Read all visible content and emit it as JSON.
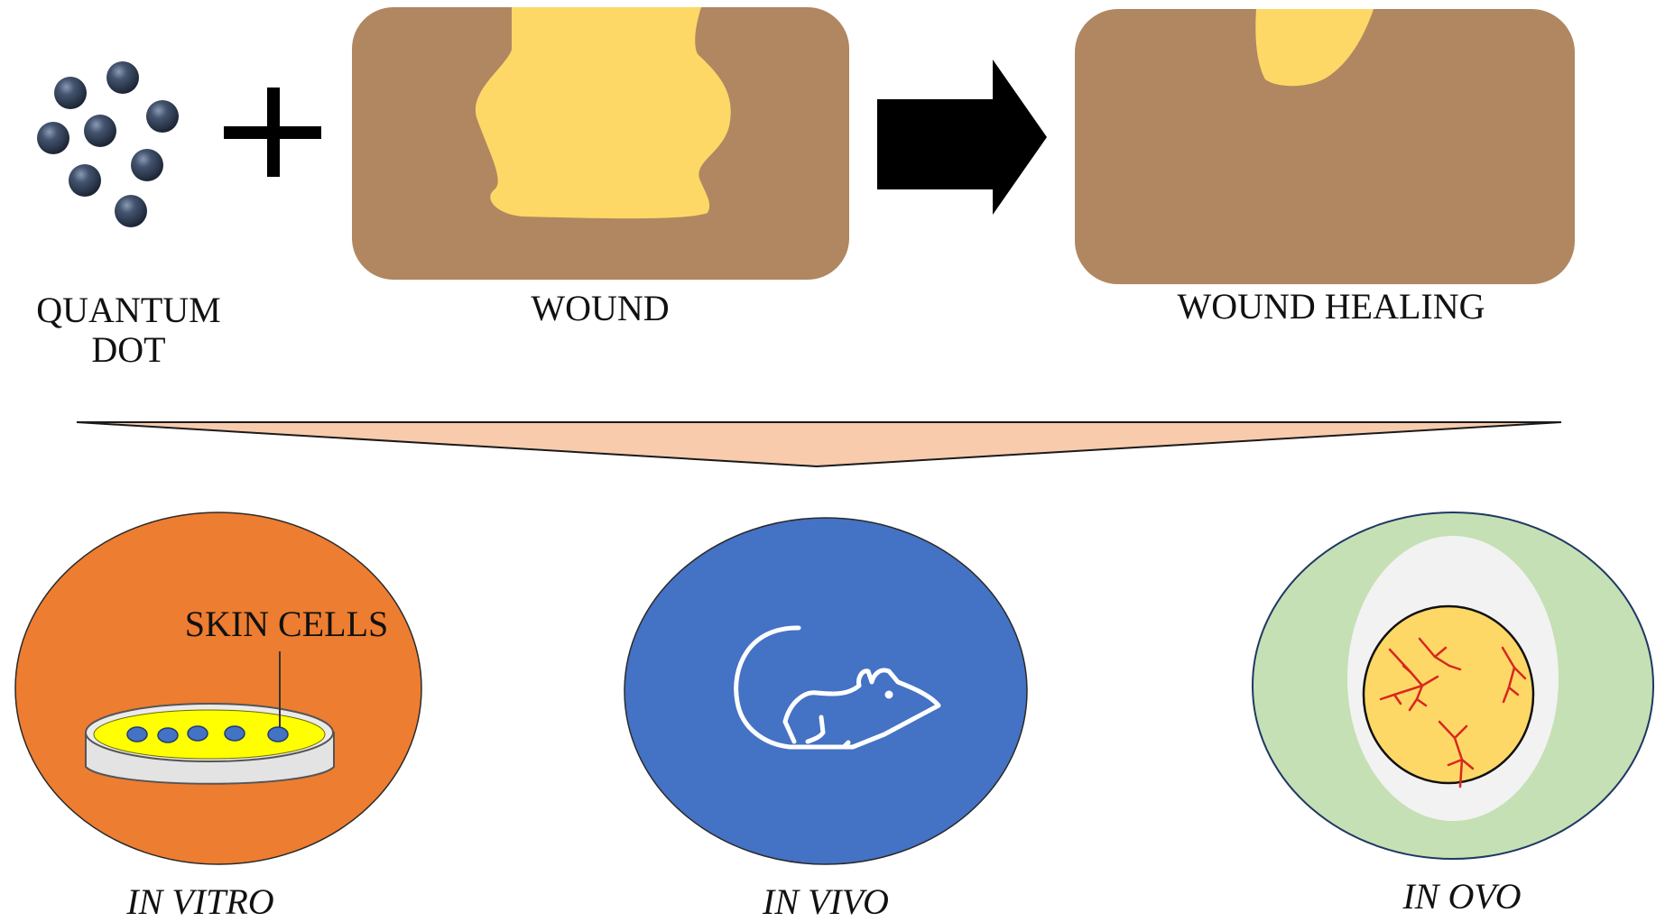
{
  "labels": {
    "quantum_dot_line1": "QUANTUM",
    "quantum_dot_line2": "DOT",
    "wound": "WOUND",
    "wound_healing": "WOUND HEALING",
    "skin_cells": "SKIN CELLS",
    "in_vitro": "IN VITRO",
    "in_vivo": "IN VIVO",
    "in_ovo": "IN OVO"
  },
  "symbols": {
    "plus": "plus-icon",
    "arrow": "right-arrow-icon",
    "mouse": "mouse-icon",
    "egg": "egg-icon",
    "petri_dish": "petri-dish-icon"
  },
  "colors": {
    "dot": "#2f3d52",
    "skin": "#b08761",
    "wound": "#fdd866",
    "funnel": "#f8cbad",
    "in_vitro_bg": "#ed7d31",
    "in_vivo_bg": "#4472c4",
    "in_ovo_outer": "#c5e0b4",
    "in_ovo_white": "#f2f2f2",
    "yolk": "#fdd866",
    "vessel": "#d9271f",
    "dish_medium": "#ffff00",
    "cell": "#4472c4"
  }
}
